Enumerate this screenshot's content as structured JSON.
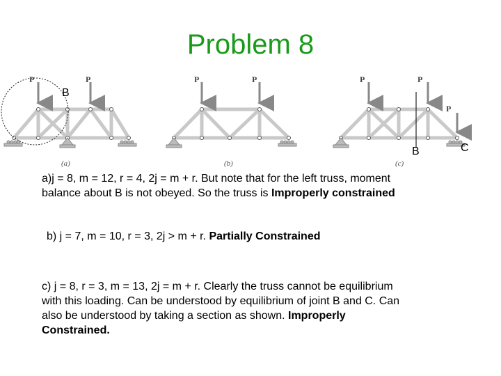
{
  "title": "Problem 8",
  "figure": {
    "load_label": "P",
    "sub_a": "(a)",
    "sub_b": "(b)",
    "sub_c": "(c)",
    "label_B": "B",
    "label_C": "C"
  },
  "para_a": {
    "line1": "a)j = 8, m = 12, r = 4, 2j = m + r. But note that for the left truss, moment",
    "line2_pre": "balance about B is not obeyed. So the truss is ",
    "line2_bold": "Improperly constrained"
  },
  "para_b": {
    "pre": "b) j = 7, m = 10, r = 3, 2j > m + r. ",
    "bold": "Partially Constrained"
  },
  "para_c": {
    "line1": "c) j = 8, r = 3, m = 13, 2j = m + r. Clearly the truss cannot be equilibrium",
    "line2": "with this loading. Can be understood by equilibrium of joint B and C. Can",
    "line3_pre": "also be understood by taking a section as shown.  ",
    "line3_bold": "Improperly",
    "line4_bold": "Constrained."
  }
}
